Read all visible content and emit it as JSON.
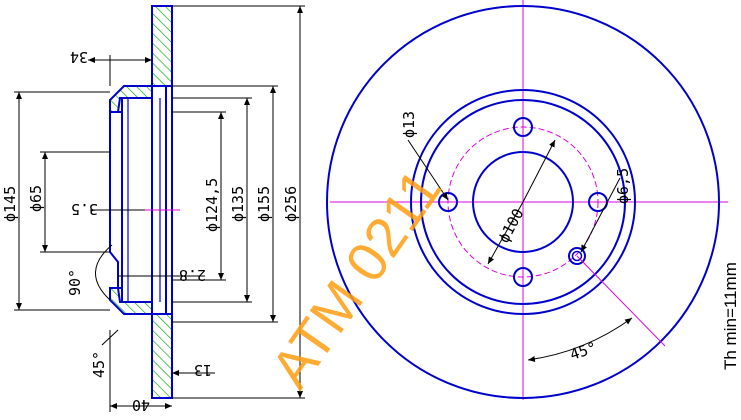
{
  "drawing": {
    "watermark": "ATM 0211",
    "thickness_note": "Th min=11mm",
    "dims_left": {
      "d256": "ϕ256",
      "d155": "ϕ155",
      "d135": "ϕ135",
      "d124": "ϕ124,5",
      "d145": "ϕ145",
      "d65": "ϕ65",
      "w34": "34",
      "w3_5": "3.5",
      "w2_8": "2.8",
      "w13": "13",
      "w40": "40",
      "a90": "90°",
      "a45": "45°"
    },
    "dims_right": {
      "d13": "ϕ13",
      "d6_5": "ϕ6,5",
      "d100": "ϕ100",
      "a45": "45°"
    },
    "colors": {
      "outline": "#0000cc",
      "centerline": "#e000e0",
      "hatch": "#00aa00",
      "dimension": "#000000",
      "watermark": "#ff9c10"
    }
  }
}
